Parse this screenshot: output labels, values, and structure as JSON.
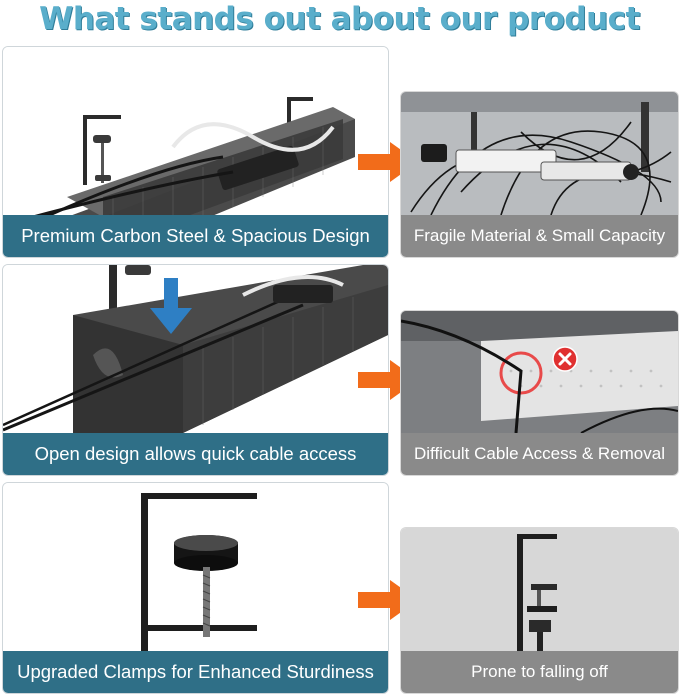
{
  "headline": "What stands out about our product",
  "colors": {
    "headline": "#5aaecb",
    "our_caption_bg": "#2f6f87",
    "their_caption_bg": "#8a8a8a",
    "arrow": "#f26c1a",
    "error_badge": "#e03131"
  },
  "rows": [
    {
      "ours_caption": "Premium Carbon Steel & Spacious Design",
      "theirs_caption": "Fragile Material & Small Capacity"
    },
    {
      "ours_caption": "Open design allows quick cable access",
      "theirs_caption": "Difficult Cable Access & Removal"
    },
    {
      "ours_caption": "Upgraded Clamps for Enhanced Sturdiness",
      "theirs_caption": "Prone to falling off"
    }
  ],
  "icons": [
    "arrow-right-icon",
    "error-x-icon",
    "arrow-down-icon"
  ]
}
